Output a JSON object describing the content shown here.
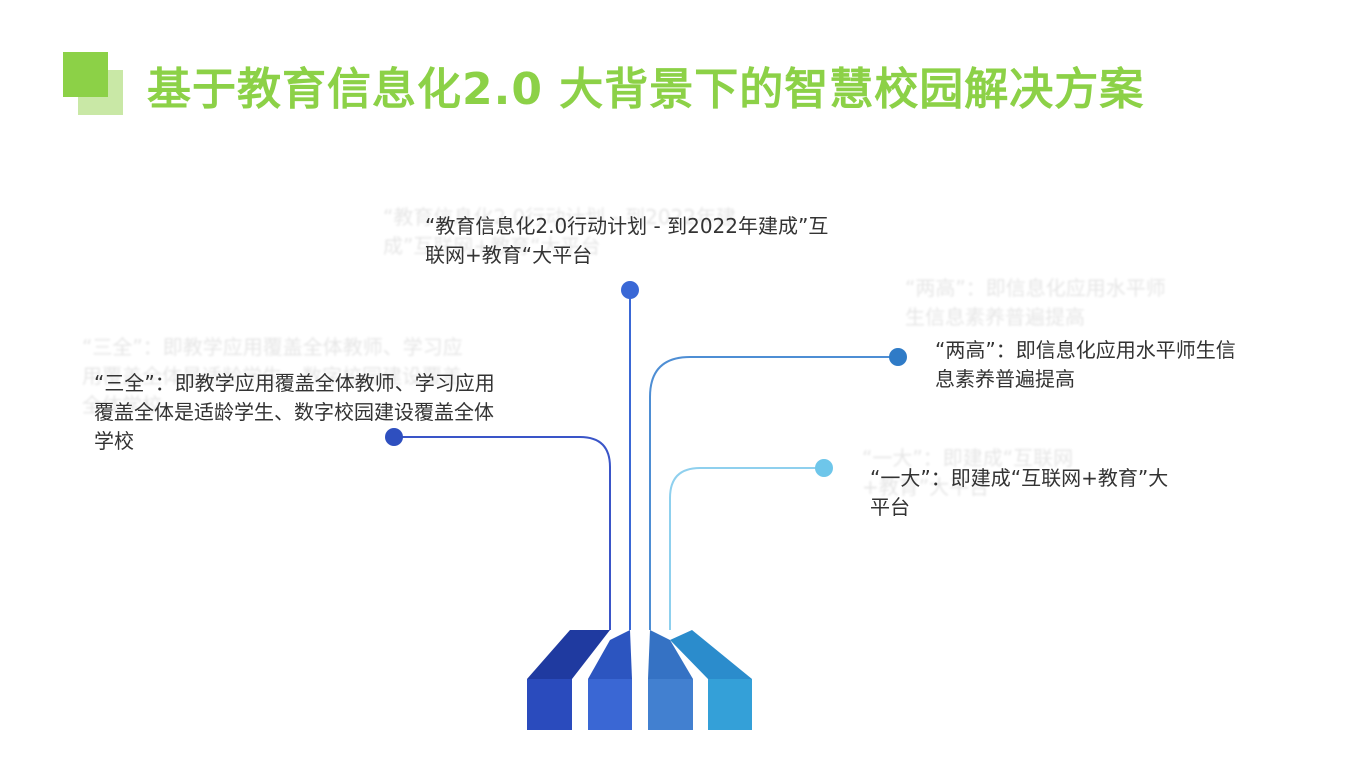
{
  "header": {
    "title": "基于教育信息化2.0 大背景下的智慧校园解决方案"
  },
  "diagram": {
    "nodes": [
      {
        "id": "top",
        "text": "“教育信息化2.0行动计划 - 到2022年建成”互联网+教育“大平台",
        "color": "#3a68d6"
      },
      {
        "id": "left",
        "text": "“三全”：即教学应用覆盖全体教师、学习应用覆盖全体是适龄学生、数字校园建设覆盖全体学校",
        "color": "#2e4fbf"
      },
      {
        "id": "right-upper",
        "text": "“两高”：即信息化应用水平师生信息素养普遍提高",
        "color": "#2f7bc7"
      },
      {
        "id": "right-lower",
        "text": "“一大”：即建成“互联网+教育”大平台",
        "color": "#6ec6ea"
      }
    ],
    "base_colors": [
      "#2a4bbd",
      "#3a67d4",
      "#4280d0",
      "#34a0d8"
    ]
  }
}
